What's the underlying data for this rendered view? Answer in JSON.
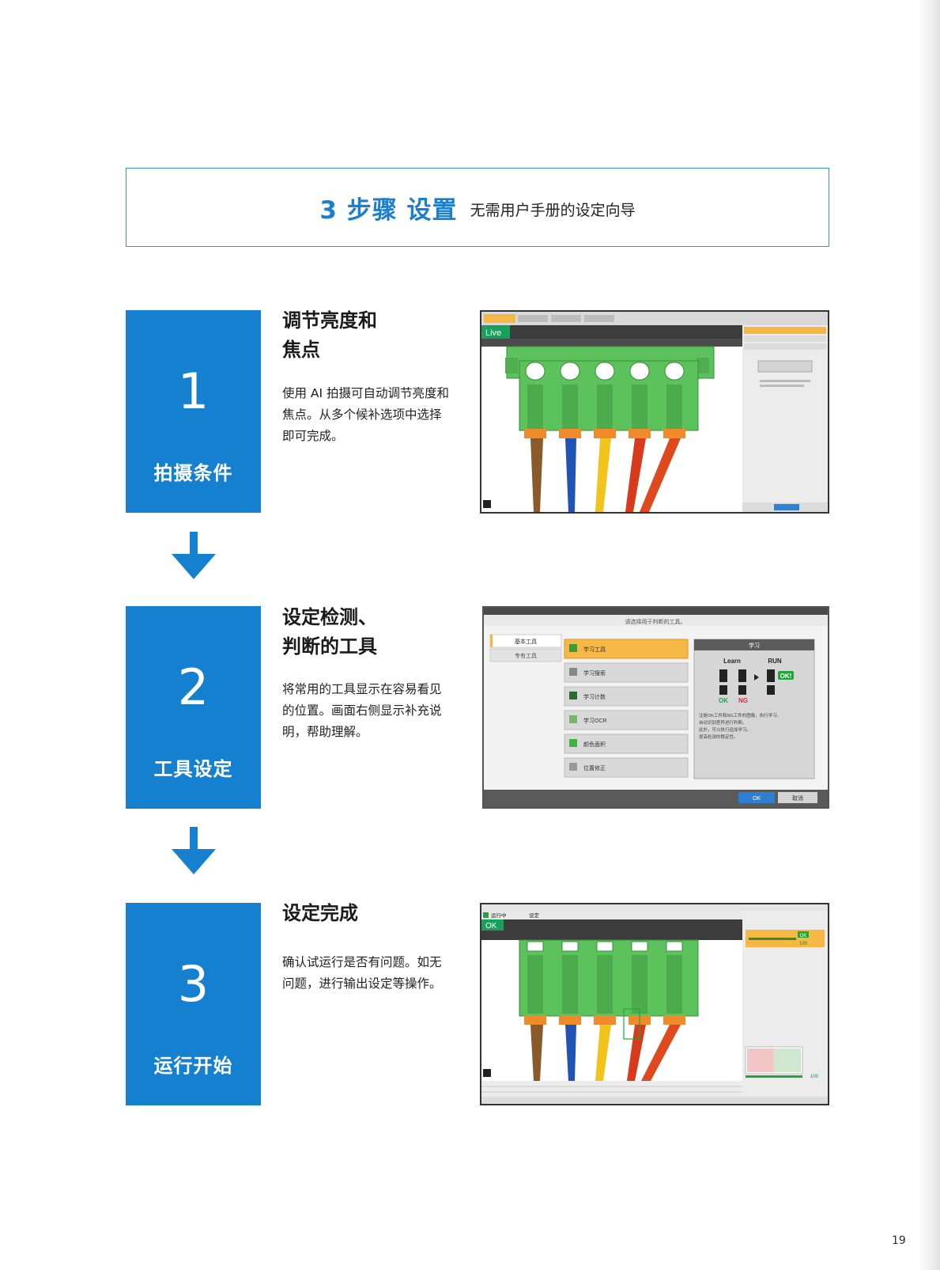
{
  "header": {
    "title": "3 步骤 设置",
    "subtitle": "无需用户手册的设定向导"
  },
  "steps": [
    {
      "number": "1",
      "label": "拍摄条件",
      "heading_line1": "调节亮度和",
      "heading_line2": "焦点",
      "text_lines": [
        "使用 AI 拍摄可自动调节亮度和",
        "焦点。从多个候补选项中选择",
        "即可完成。"
      ],
      "screenshot": {
        "live_label": "Live"
      }
    },
    {
      "number": "2",
      "label": "工具设定",
      "heading_line1": "设定检测、",
      "heading_line2": "判断的工具",
      "text_lines": [
        "将常用的工具显示在容易看见",
        "的位置。画面右侧显示补充说",
        "明，帮助理解。"
      ],
      "screenshot": {
        "prompt": "请选择用于判断的工具。",
        "tabs": [
          "基本工具",
          "专有工具"
        ],
        "tools": [
          "学习工具",
          "学习搜索",
          "学习计数",
          "学习OCR",
          "颜色面积",
          "位置修正"
        ],
        "panel_title": "学习",
        "learn_label": "Learn",
        "run_label": "RUN",
        "ok_badge": "OK!",
        "ok_label": "OK",
        "ng_label": "NG",
        "panel_text": [
          "注册OK工件和NG工件的图像，执行学习。",
          "自动识别差异进行判断。",
          "此外，可以执行追加学习。",
          "提高检测的稳定性。"
        ],
        "ok_button": "OK",
        "cancel_button": "取消"
      }
    },
    {
      "number": "3",
      "label": "运行开始",
      "heading_line1": "设定完成",
      "heading_line2": "",
      "text_lines": [
        "确认试运行是否有问题。如无",
        "问题，进行输出设定等操作。"
      ],
      "screenshot": {
        "mode_label": "运行中",
        "setting_label": "设定",
        "ok_label": "OK",
        "result_ok": "OK",
        "result_value": "100",
        "bottom_value": "100"
      }
    }
  ],
  "page_number": "19",
  "colors": {
    "step_blue": "#1580cf",
    "title_blue": "#1c7ecf",
    "connector_green": "#5cc25c",
    "highlight_orange": "#f6b745",
    "ok_green": "#21a43a",
    "ng_red": "#e12b2b"
  }
}
